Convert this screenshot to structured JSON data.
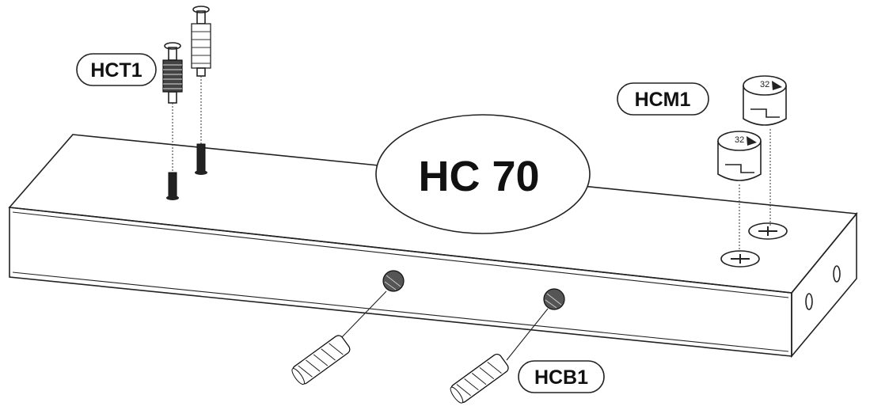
{
  "diagram": {
    "title": "HC 70",
    "labels": {
      "hct1": "HCT1",
      "hcm1": "HCM1",
      "hcb1": "HCB1"
    },
    "cam_marking": "32"
  }
}
